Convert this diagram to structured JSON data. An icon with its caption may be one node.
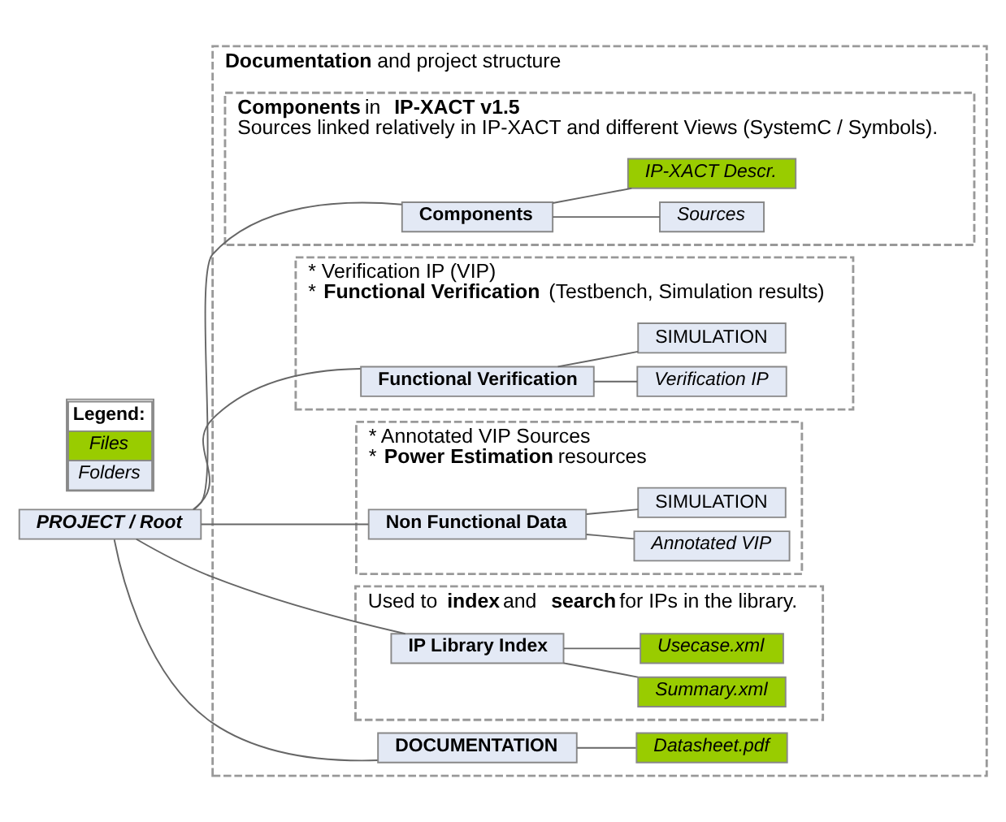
{
  "diagram": {
    "nodes": [
      {
        "text": [
          "PROJECT / Root"
        ]
      },
      {
        "text": [
          "**Documentation** and project structure"
        ]
      },
      {
        "text": [
          "DOCUMENTATION"
        ],
        "in": 1
      },
      {
        "text": [
          "Datasheet.pdf"
        ],
        "in": 1
      },
      {
        "text": [
          "**Components** in **IP-XACT v1.5**",
          "Sources linked relatively in IP-XACT and different Views (SystemC / Symbols)."
        ],
        "in": 1
      },
      {
        "text": [
          "Components"
        ],
        "in": 4
      },
      {
        "text": [
          "Sources"
        ],
        "in": 4
      },
      {
        "text": [
          "IP-XACT Descr."
        ],
        "in": 4
      },
      {
        "text": [
          "* Verification IP (VIP)",
          "* **Functional Verification** (Testbench, Simulation results)"
        ],
        "in": 1
      },
      {
        "text": [
          "Functional Verification"
        ],
        "in": 8
      },
      {
        "text": [
          "Verification IP"
        ],
        "in": 8
      },
      {
        "text": [
          "SIMULATION"
        ],
        "in": 8
      },
      {
        "text": [
          "* Annotated VIP Sources",
          "* **Power Estimation** resources"
        ],
        "in": 1
      },
      {
        "text": [
          "Non Functional Data"
        ],
        "in": 12
      },
      {
        "text": [
          "Annotated VIP"
        ],
        "in": 12
      },
      {
        "text": [
          "SIMULATION"
        ],
        "in": 12
      },
      {
        "text": [
          "Used to **index** and **search** for IPs in the library."
        ],
        "in": 1
      },
      {
        "text": [
          "IP Library Index"
        ],
        "in": 16
      },
      {
        "text": [
          "Summary.xml"
        ],
        "in": 16
      },
      {
        "text": [
          "Usecase.xml"
        ],
        "in": 16
      }
    ],
    "edges": [
      {
        "from": 0,
        "to": 2,
        "arrow": "none"
      },
      {
        "from": 2,
        "to": 3,
        "arrow": "none"
      },
      {
        "from": 0,
        "to": 5,
        "arrow": "none"
      },
      {
        "from": 5,
        "to": 6,
        "arrow": "none"
      },
      {
        "from": 5,
        "to": 7,
        "arrow": "none"
      },
      {
        "from": 0,
        "to": 9,
        "arrow": "none"
      },
      {
        "from": 9,
        "to": 10,
        "arrow": "none"
      },
      {
        "from": 9,
        "to": 11,
        "arrow": "none"
      },
      {
        "from": 0,
        "to": 13,
        "arrow": "none"
      },
      {
        "from": 13,
        "to": 14,
        "arrow": "none"
      },
      {
        "from": 13,
        "to": 15,
        "arrow": "none"
      },
      {
        "from": 0,
        "to": 17,
        "arrow": "none"
      },
      {
        "from": 17,
        "to": 18,
        "arrow": "none"
      },
      {
        "from": 17,
        "to": 19,
        "arrow": "none"
      }
    ],
    "labels": [
      "Legend:"
    ],
    "legend": [
      {
        "text": "Files",
        "color": "#99cc00"
      },
      {
        "text": "Folders",
        "color": "#e3e9f5"
      }
    ]
  }
}
